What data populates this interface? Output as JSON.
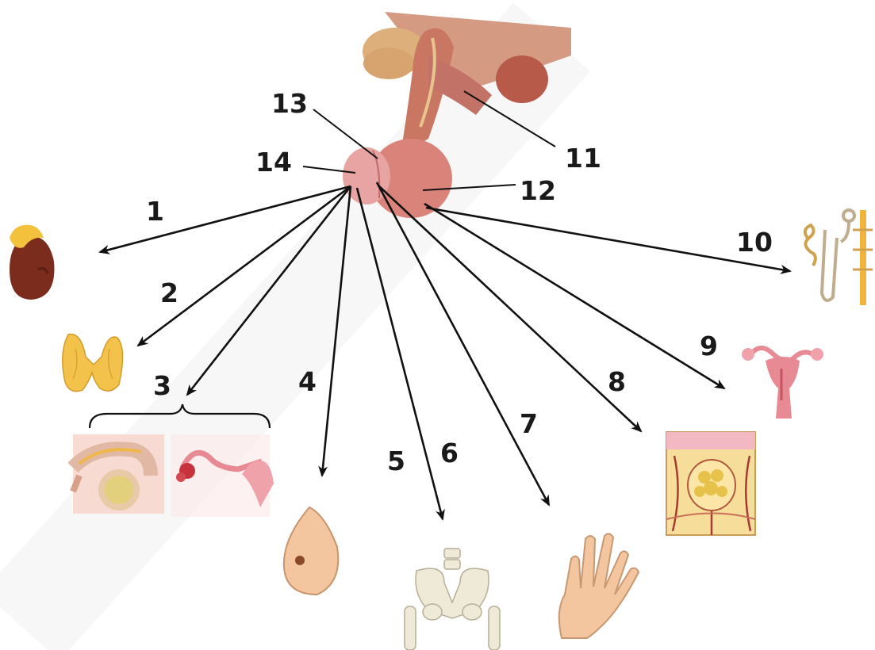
{
  "labels": {
    "n1": "1",
    "n2": "2",
    "n3": "3",
    "n4": "4",
    "n5": "5",
    "n6": "6",
    "n7": "7",
    "n8": "8",
    "n9": "9",
    "n10": "10",
    "n11": "11",
    "n12": "12",
    "n13": "13",
    "n14": "14"
  },
  "colors": {
    "gland": "#d9837a",
    "stalk": "#c97763",
    "skin": "#f3c6a0",
    "bone": "#efe9d7",
    "thyroid": "#f2c24a",
    "kidney": "#7b2c1d",
    "adrenal": "#f4c13d",
    "uterus": "#e88a94"
  },
  "icons": [
    "pituitary-gland-icon",
    "kidney-adrenal-icon",
    "thyroid-icon",
    "testis-icon",
    "ovary-icon",
    "breast-icon",
    "pelvis-icon",
    "hand-icon",
    "adipose-tissue-icon",
    "uterus-icon",
    "nephron-icon"
  ]
}
